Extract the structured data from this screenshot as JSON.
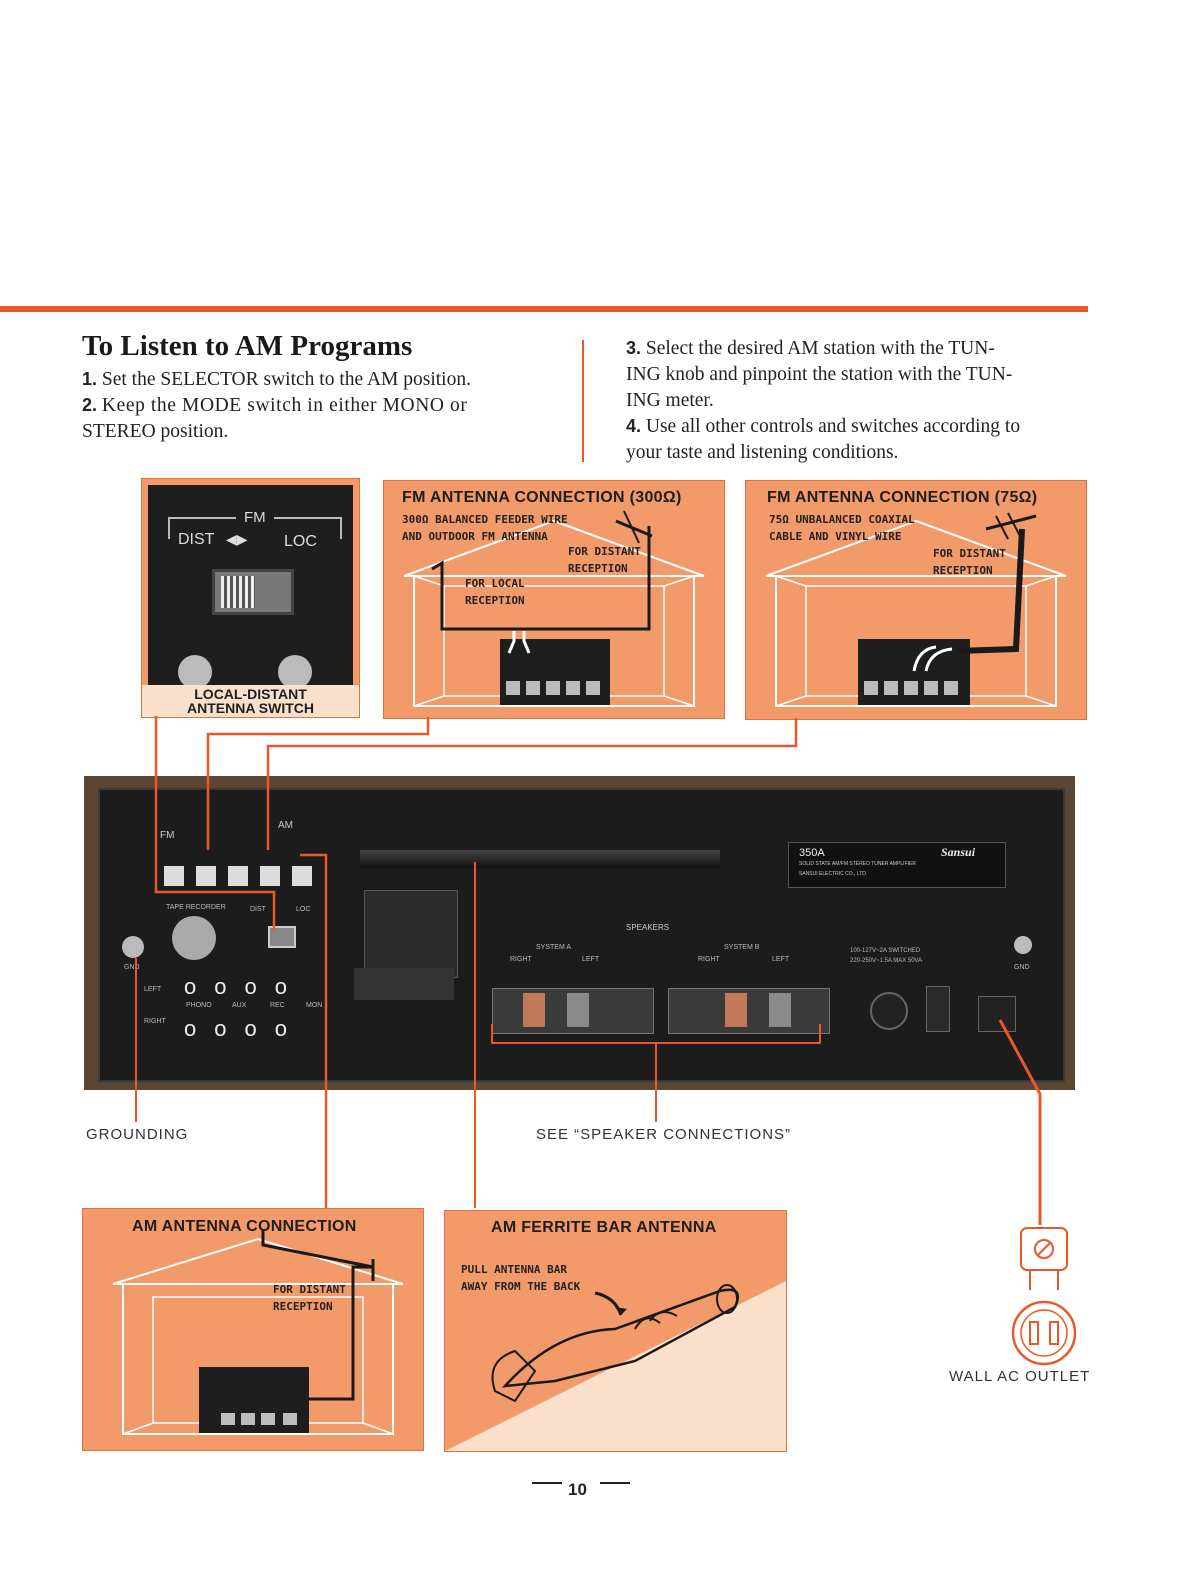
{
  "heading": "To Listen to AM Programs",
  "steps_left": [
    {
      "num": "1.",
      "text": "Set the SELECTOR switch to the AM position."
    },
    {
      "num": "2.",
      "text": "Keep the MODE switch in either MONO or STEREO position."
    }
  ],
  "steps_right": [
    {
      "num": "3.",
      "text": "Select the desired AM station with the TUNING knob and pinpoint the station with the TUNING meter."
    },
    {
      "num": "4.",
      "text": "Use all other controls and switches according to your taste and listening conditions."
    }
  ],
  "step3_lines": [
    "Select the desired AM station with the TUN-",
    "ING knob and pinpoint the station with the TUN-",
    "ING meter."
  ],
  "step4_lines": [
    "Use all other controls and switches according to",
    "your taste and listening conditions."
  ],
  "step2_lines": [
    "Keep the MODE switch in either MONO or",
    "STEREO position."
  ],
  "switch_panel": {
    "fm": "FM",
    "dist": "DIST",
    "loc": "LOC",
    "caption_line1": "LOCAL-DISTANT",
    "caption_line2": "ANTENNA SWITCH"
  },
  "fm300": {
    "title": "FM ANTENNA CONNECTION (300Ω)",
    "wire_line1": "300Ω BALANCED FEEDER WIRE",
    "wire_line2": "AND OUTDOOR FM ANTENNA",
    "distant_line1": "FOR DISTANT",
    "distant_line2": "RECEPTION",
    "local_line1": "FOR LOCAL",
    "local_line2": "RECEPTION"
  },
  "fm75": {
    "title": "FM ANTENNA CONNECTION (75Ω)",
    "wire_line1": "75Ω UNBALANCED COAXIAL",
    "wire_line2": "CABLE AND VINYL WIRE",
    "distant_line1": "FOR DISTANT",
    "distant_line2": "RECEPTION"
  },
  "receiver": {
    "model": "350A",
    "brand": "Sansui",
    "subtitle": "SOLID STATE AM/FM STEREO TUNER AMPLIFIER",
    "maker": "SANSUI ELECTRIC CO., LTD.",
    "speakers": "SPEAKERS",
    "system_a": "SYSTEM A",
    "system_b": "SYSTEM B",
    "right": "RIGHT",
    "left": "LEFT",
    "tape_recorder": "TAPE RECORDER",
    "fm": "FM",
    "am": "AM",
    "dist": "DIST",
    "loc": "LOC",
    "phono": "PHONO",
    "aux": "AUX",
    "rec": "REC",
    "mon": "MON",
    "left_row": "LEFT",
    "right_row": "RIGHT",
    "gnd": "GND",
    "power_line1": "100-127V~2A   SWITCHED",
    "power_line2": "220-250V~1.5A   MAX 50VA"
  },
  "captions": {
    "grounding": "GROUNDING",
    "see_speaker": "SEE “SPEAKER CONNECTIONS”",
    "wall_outlet": "WALL AC OUTLET"
  },
  "am_antenna": {
    "title": "AM ANTENNA CONNECTION",
    "distant_line1": "FOR DISTANT",
    "distant_line2": "RECEPTION"
  },
  "ferrite": {
    "title": "AM FERRITE BAR ANTENNA",
    "pull_line1": "PULL ANTENNA BAR",
    "pull_line2": "AWAY FROM THE BACK"
  },
  "page_number": "10",
  "colors": {
    "accent": "#e8582a",
    "panel": "#f39a6a",
    "receiver": "#1c1c1c",
    "wood": "#5a4632"
  }
}
